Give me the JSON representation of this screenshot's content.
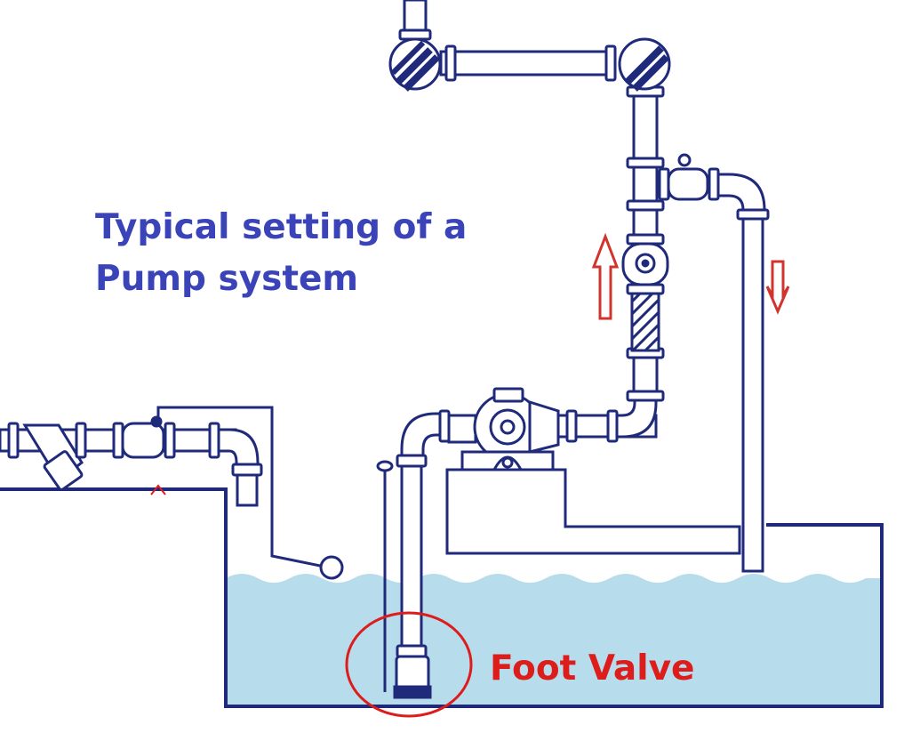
{
  "diagram": {
    "title_line_1": "Typical setting of a",
    "title_line_2": "Pump system",
    "callout_label": "Foot Valve"
  },
  "colors": {
    "pipe_outline": "#1f2a7a",
    "title_text": "#3a44b8",
    "water_fill": "#b7dcec",
    "callout_red": "#dd1c1c",
    "flow_arrow": "#d0342c"
  },
  "components": {
    "flow_arrows": [
      "up",
      "down"
    ]
  }
}
